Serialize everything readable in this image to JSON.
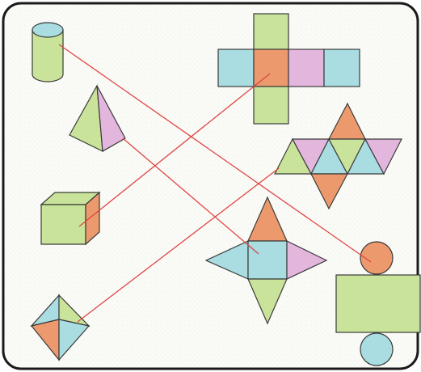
{
  "colors": {
    "frame": "#1a1a1a",
    "paper": "#fafbf7",
    "outline": "#3a3a3a",
    "green": "#c9e49a",
    "cyan": "#a9dde2",
    "orange": "#ec9a6d",
    "pink": "#e3b6dd",
    "line": "#e04444"
  },
  "solids": [
    {
      "id": "cylinder",
      "name": "cylinder-solid"
    },
    {
      "id": "tetrahedron",
      "name": "tetrahedron-solid"
    },
    {
      "id": "cube",
      "name": "cube-solid"
    },
    {
      "id": "octahedron",
      "name": "octahedron-solid"
    }
  ],
  "nets": [
    {
      "id": "cube-net",
      "name": "cube-net"
    },
    {
      "id": "octahedron-net",
      "name": "octahedron-net"
    },
    {
      "id": "square-pyramid-net",
      "name": "square-pyramid-net"
    },
    {
      "id": "cylinder-net",
      "name": "cylinder-net"
    }
  ],
  "matches": [
    {
      "from": "cylinder",
      "to": "cylinder-net"
    },
    {
      "from": "tetrahedron",
      "to": "square-pyramid-net"
    },
    {
      "from": "cube",
      "to": "cube-net"
    },
    {
      "from": "octahedron",
      "to": "octahedron-net"
    }
  ]
}
